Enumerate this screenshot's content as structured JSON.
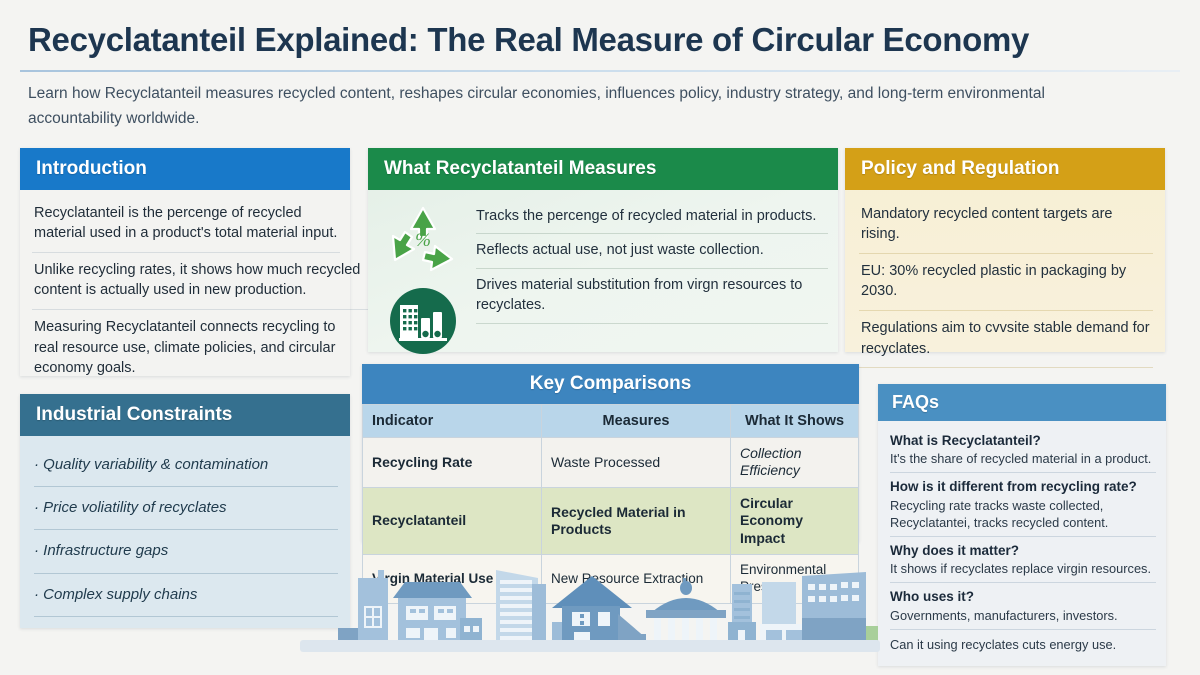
{
  "header": {
    "title": "Recyclatanteil Explained: The Real Measure of Circular Economy",
    "subtitle": "Learn how Recyclatanteil measures recycled content, reshapes circular economies, influences policy, industry strategy, and long-term environmental accountability worldwide."
  },
  "colors": {
    "intro_header": "#1879c9",
    "measures_header": "#1b8a4a",
    "policy_header": "#d4a017",
    "industrial_header": "#35708f",
    "table_header": "#3d85bf",
    "faqs_header": "#4a90c2",
    "highlight_row": "#dde6c4",
    "title_text": "#1d3650"
  },
  "intro": {
    "heading": "Introduction",
    "items": [
      "Recyclatanteil is the percenge of recycled material used in a product's total material input.",
      "Unlike recycling rates, it shows how much recycled content is actually used in new production.",
      "Measuring Recyclatanteil connects recycling to real resource use, climate policies, and circular economy goals."
    ]
  },
  "measures": {
    "heading": "What Recyclatanteil Measures",
    "icons": [
      "recycle-percent-icon",
      "factory-bars-icon"
    ],
    "items": [
      "Tracks the percenge of recycled material in products.",
      "Reflects actual use, not just waste collection.",
      "Drives material substitution from virgn resources to recyclates."
    ]
  },
  "policy": {
    "heading": "Policy and Regulation",
    "items": [
      "Mandatory recycled content targets are rising.",
      "EU: 30% recycled plastic in packaging by 2030.",
      "Regulations aim to cvvsite stable demand for recyclates."
    ]
  },
  "industrial": {
    "heading": "Industrial Constraints",
    "items": [
      "· Quality variability & contamination",
      "· Price voliatility of recyclates",
      "· Infrastructure gaps",
      "· Complex supply chains"
    ]
  },
  "key_comparisons": {
    "heading": "Key Comparisons",
    "columns": [
      "Indicator",
      "Measures",
      "What It Shows"
    ],
    "rows": [
      [
        "Recycling Rate",
        "Waste Processed",
        "Collection Efficiency"
      ],
      [
        "Recyclatanteil",
        "Recycled Material in Products",
        "Circular Economy Impact"
      ],
      [
        "Virgin Material Use",
        "New Resource Extraction",
        "Environmental Pressure"
      ]
    ]
  },
  "faqs": {
    "heading": "FAQs",
    "items": [
      {
        "question": "What is Recyclatanteil?",
        "answer": "It's the share of recycled material in a product."
      },
      {
        "question": "How is it different from recycling rate?",
        "answer": "Recycling rate tracks waste collected, Recyclatantei, tracks recycled content."
      },
      {
        "question": "Why does it matter?",
        "answer": "It shows if recyclates replace virgin resources."
      },
      {
        "question": "Who uses it?",
        "answer": "Governments, manufacturers, investors."
      },
      {
        "question": "",
        "answer": "Can it using recyclates cuts energy use."
      }
    ]
  }
}
